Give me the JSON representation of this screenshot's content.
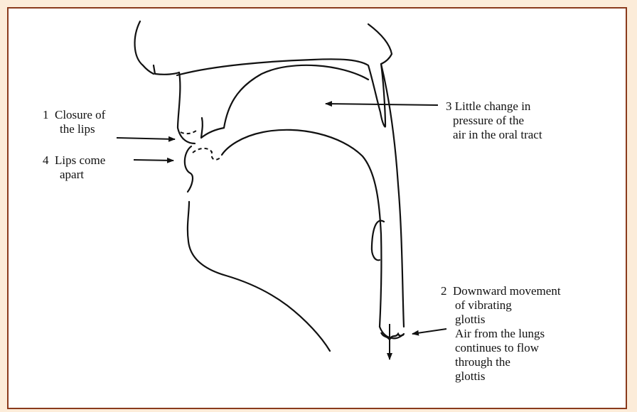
{
  "labels": {
    "closure": {
      "number": "1",
      "line1": "Closure of",
      "line2": "the lips"
    },
    "lips_apart": {
      "number": "4",
      "line1": "Lips come",
      "line2": "apart"
    },
    "pressure": {
      "number": "3",
      "line1": "Little change in",
      "line2": "pressure of the",
      "line3": "air in the oral tract"
    },
    "glottis": {
      "number": "2",
      "line1": "Downward movement",
      "line2": "of vibrating",
      "line3": "glottis",
      "line4": "Air from the lungs",
      "line5": "continues to flow",
      "line6": "through the",
      "line7": "glottis"
    }
  },
  "colors": {
    "border": "#8a3a1c",
    "background": "#fcecd9",
    "ink": "#111111"
  }
}
